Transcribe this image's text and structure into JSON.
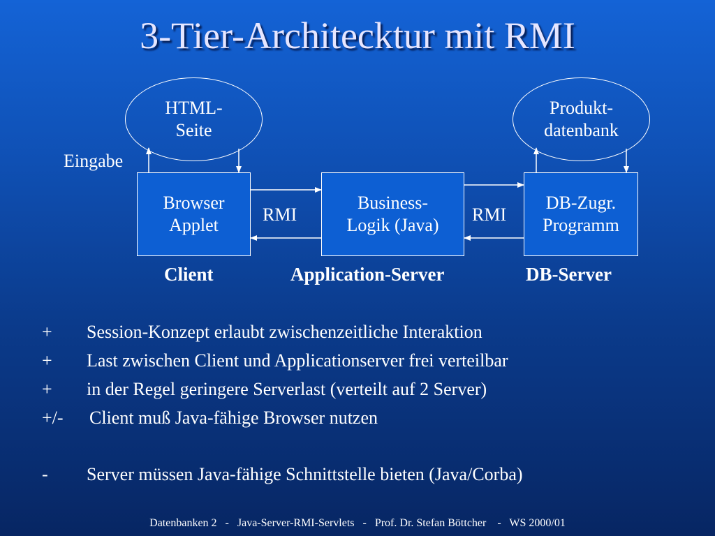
{
  "title": "3-Tier-Architecktur mit RMI",
  "diagram": {
    "html_page": [
      "HTML-",
      "Seite"
    ],
    "product_db": [
      "Produkt-",
      "datenbank"
    ],
    "browser": [
      "Browser",
      "Applet"
    ],
    "business": [
      "Business-",
      "Logik (Java)"
    ],
    "db_access": [
      "DB-Zugr.",
      "Programm"
    ],
    "rmi_left": "RMI",
    "rmi_right": "RMI",
    "input_label": "Eingabe",
    "tier_client": "Client",
    "tier_app": "Application-Server",
    "tier_db": "DB-Server"
  },
  "bullets": [
    {
      "mark": "+",
      "text": "Session-Konzept erlaubt zwischenzeitliche Interaktion"
    },
    {
      "mark": "+",
      "text": "Last zwischen Client und Applicationserver frei verteilbar"
    },
    {
      "mark": "+",
      "text": "in der Regel geringere Serverlast (verteilt auf 2 Server)"
    },
    {
      "mark": "+/-",
      "text": "Client muß Java-fähige Browser nutzen"
    },
    {
      "mark": "-",
      "text": "Server müssen Java-fähige Schnittstelle bieten (Java/Corba)"
    }
  ],
  "footer": "Datenbanken 2   -   Java-Server-RMI-Servlets   -   Prof. Dr. Stefan Böttcher    -   WS 2000/01"
}
